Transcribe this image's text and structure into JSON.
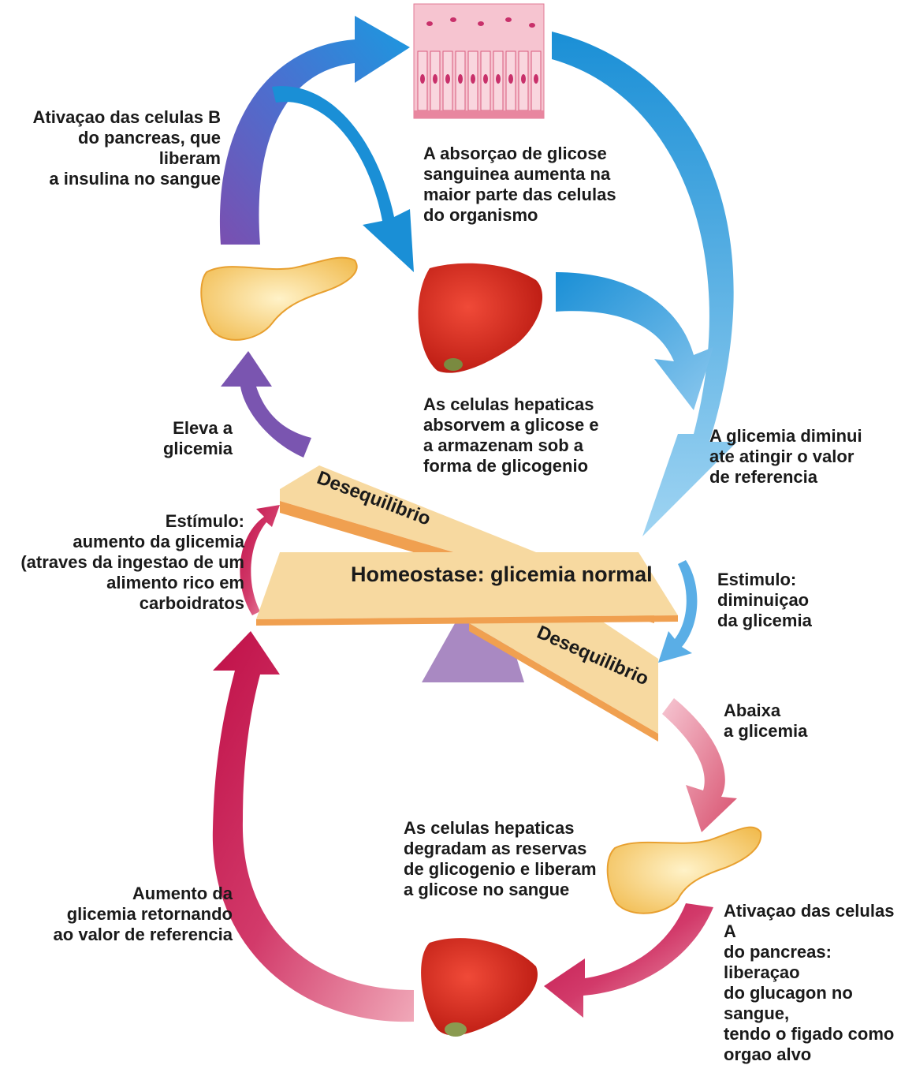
{
  "labels": {
    "beta_activation": "Ativaçao das celulas B\ndo pancreas, que liberam\na insulina no sangue",
    "glucose_uptake": "A absorçao de glicose\nsanguinea aumenta na\nmaior parte das celulas\ndo organismo",
    "liver_store": "As celulas hepaticas\nabsorvem a glicose e\na armazenam sob a\nforma de glicogenio",
    "glycemia_decreases": "A glicemia diminui\nate atingir o valor\nde referencia",
    "raises_glycemia": "Eleva a\nglicemia",
    "stimulus_increase": "Estímulo:\naumento da glicemia\n(atraves da ingestao de um\nalimento rico em carboidratos",
    "homeostasis": "Homeostase: glicemia normal",
    "imbalance_top": "Desequilibrio",
    "imbalance_bottom": "Desequilibrio",
    "stimulus_decrease": "Estimulo:\ndiminuiçao\nda glicemia",
    "lowers_glycemia": "Abaixa\na glicemia",
    "liver_release": "As celulas hepaticas\ndegradam as reservas\nde glicogenio e liberam\na glicose no sangue",
    "glycemia_return": "Aumento da\nglicemia retornando\nao valor de referencia",
    "alpha_activation": "Ativaçao das celulas A\ndo pancreas: liberaçao\ndo glucagon no sangue,\ntendo o figado como\norgao alvo"
  },
  "colors": {
    "arrow_blue": "#1a8fd6",
    "arrow_light_blue": "#7cc4ee",
    "arrow_purple": "#7a55b0",
    "arrow_crimson": "#c8104a",
    "arrow_pink": "#e48aa0",
    "beam": "#f7d9a0",
    "beam_edge": "#f0a050",
    "fulcrum": "#a989c2",
    "liver": "#d8281e",
    "pancreas": "#f5d57a",
    "tissue": "#f4b8c8"
  },
  "icons": [
    "pancreas-icon",
    "liver-icon",
    "tissue-icon"
  ]
}
